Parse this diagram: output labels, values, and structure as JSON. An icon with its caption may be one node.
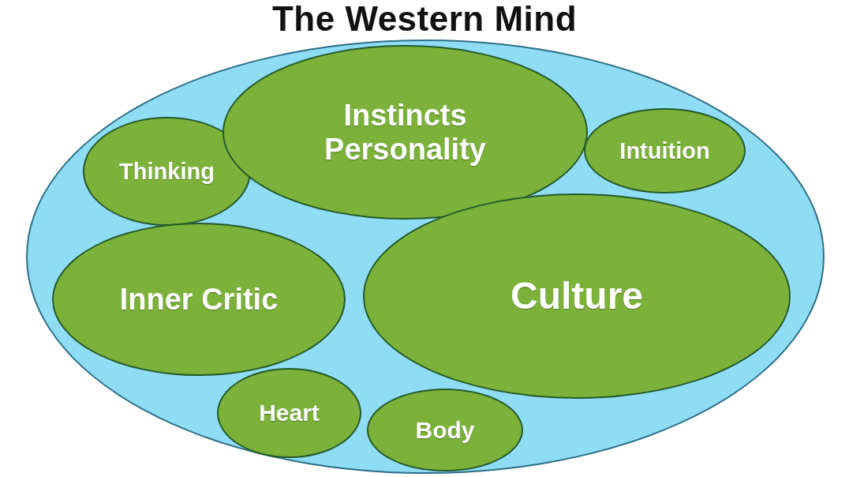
{
  "diagram": {
    "title": "The Western Mind",
    "nodes": [
      {
        "text": [],
        "shape": "ellipse"
      },
      {
        "text": [
          "Thinking"
        ],
        "in": 0
      },
      {
        "text": [
          "Instincts Personality"
        ],
        "in": 0
      },
      {
        "text": [
          "Intuition"
        ],
        "in": 0
      },
      {
        "text": [
          "Inner Critic"
        ],
        "in": 0
      },
      {
        "text": [
          "Culture"
        ],
        "in": 0
      },
      {
        "text": [
          "Heart"
        ],
        "in": 0
      },
      {
        "text": [
          "Body"
        ],
        "in": 0
      }
    ]
  }
}
